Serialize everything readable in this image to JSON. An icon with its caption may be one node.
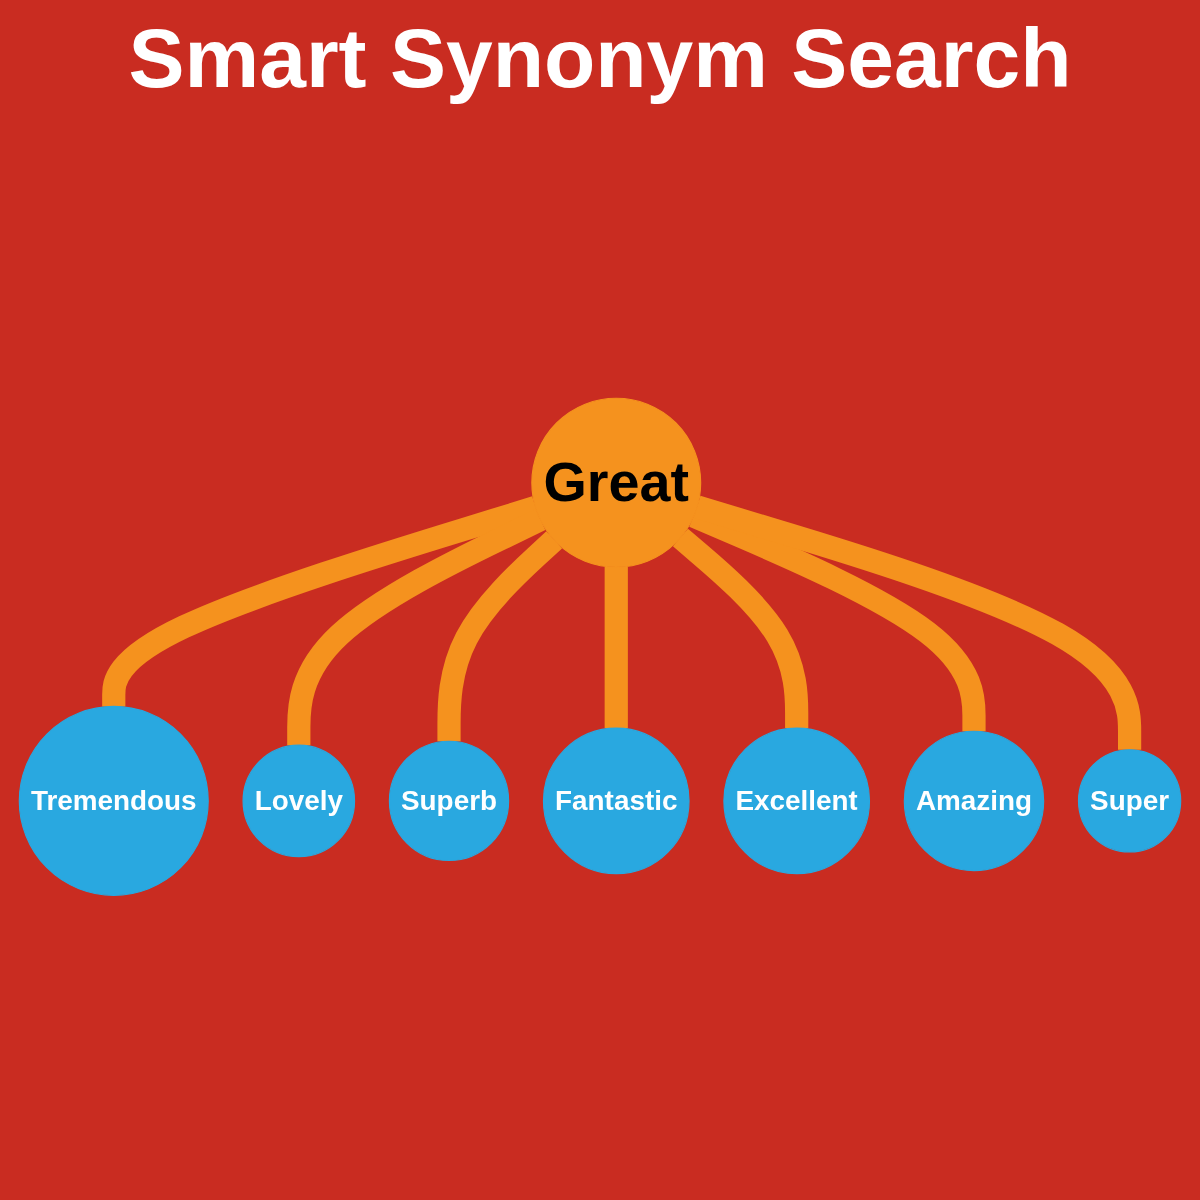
{
  "diagram": {
    "title": "Smart Synonym Search",
    "nodes": [
      {
        "text": [
          "Tremendous"
        ]
      },
      {
        "text": [
          "Lovely"
        ]
      },
      {
        "text": [
          "Superb"
        ]
      },
      {
        "text": [
          "Great"
        ]
      },
      {
        "text": [
          "Fantastic"
        ]
      },
      {
        "text": [
          "Excellent"
        ]
      },
      {
        "text": [
          "Amazing"
        ]
      },
      {
        "text": [
          "Super"
        ]
      }
    ],
    "edges": [
      {
        "from": 3,
        "to": 0,
        "arrow": "none"
      },
      {
        "from": 3,
        "to": 1,
        "arrow": "none"
      },
      {
        "from": 3,
        "to": 2,
        "arrow": "none"
      },
      {
        "from": 3,
        "to": 4,
        "arrow": "none"
      },
      {
        "from": 3,
        "to": 5,
        "arrow": "none"
      },
      {
        "from": 3,
        "to": 6,
        "arrow": "none"
      },
      {
        "from": 3,
        "to": 7,
        "arrow": "none"
      }
    ]
  }
}
